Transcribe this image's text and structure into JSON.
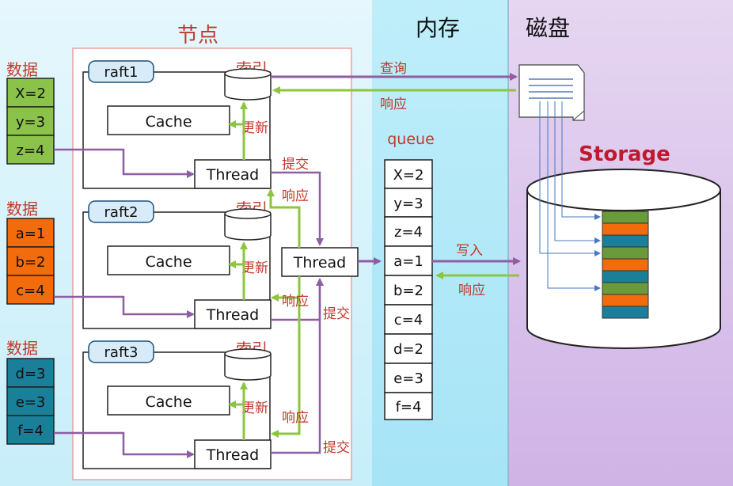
{
  "sections": {
    "node_title": "节点",
    "memory_title": "内存",
    "disk_title": "磁盘"
  },
  "data_groups": [
    {
      "label": "数据",
      "color": "#8bc34a",
      "items": [
        "X=2",
        "y=3",
        "z=4"
      ]
    },
    {
      "label": "数据",
      "color": "#f26c0d",
      "items": [
        "a=1",
        "b=2",
        "c=4"
      ]
    },
    {
      "label": "数据",
      "color": "#1a7f99",
      "items": [
        "d=3",
        "e=3",
        "f=4"
      ]
    }
  ],
  "rafts": [
    {
      "name": "raft1",
      "index_label": "索引",
      "cache_label": "Cache",
      "update_label": "更新",
      "thread_label": "Thread"
    },
    {
      "name": "raft2",
      "index_label": "索引",
      "cache_label": "Cache",
      "update_label": "更新",
      "thread_label": "Thread"
    },
    {
      "name": "raft3",
      "index_label": "索引",
      "cache_label": "Cache",
      "update_label": "更新",
      "thread_label": "Thread"
    }
  ],
  "flow_labels": {
    "submit": "提交",
    "respond": "响应",
    "query": "查询",
    "query_respond": "响应",
    "write": "写入",
    "write_respond": "响应"
  },
  "center_thread_label": "Thread",
  "queue": {
    "title": "queue",
    "items": [
      "X=2",
      "y=3",
      "z=4",
      "a=1",
      "b=2",
      "c=4",
      "d=2",
      "e=3",
      "f=4"
    ]
  },
  "storage": {
    "title": "Storage",
    "stripe_colors": [
      "#6a9a3a",
      "#f26c0d",
      "#1a7f99",
      "#6a9a3a",
      "#f26c0d",
      "#1a7f99",
      "#6a9a3a",
      "#f26c0d",
      "#1a7f99"
    ]
  },
  "colors": {
    "node_border": "#e8a0a0",
    "arrow_purple": "#8e5ea2",
    "arrow_green": "#8cc63f",
    "section_title_red": "#c0392b",
    "memory_bg": "#c8f0fa",
    "disk_bg": "#dcc6ec"
  }
}
